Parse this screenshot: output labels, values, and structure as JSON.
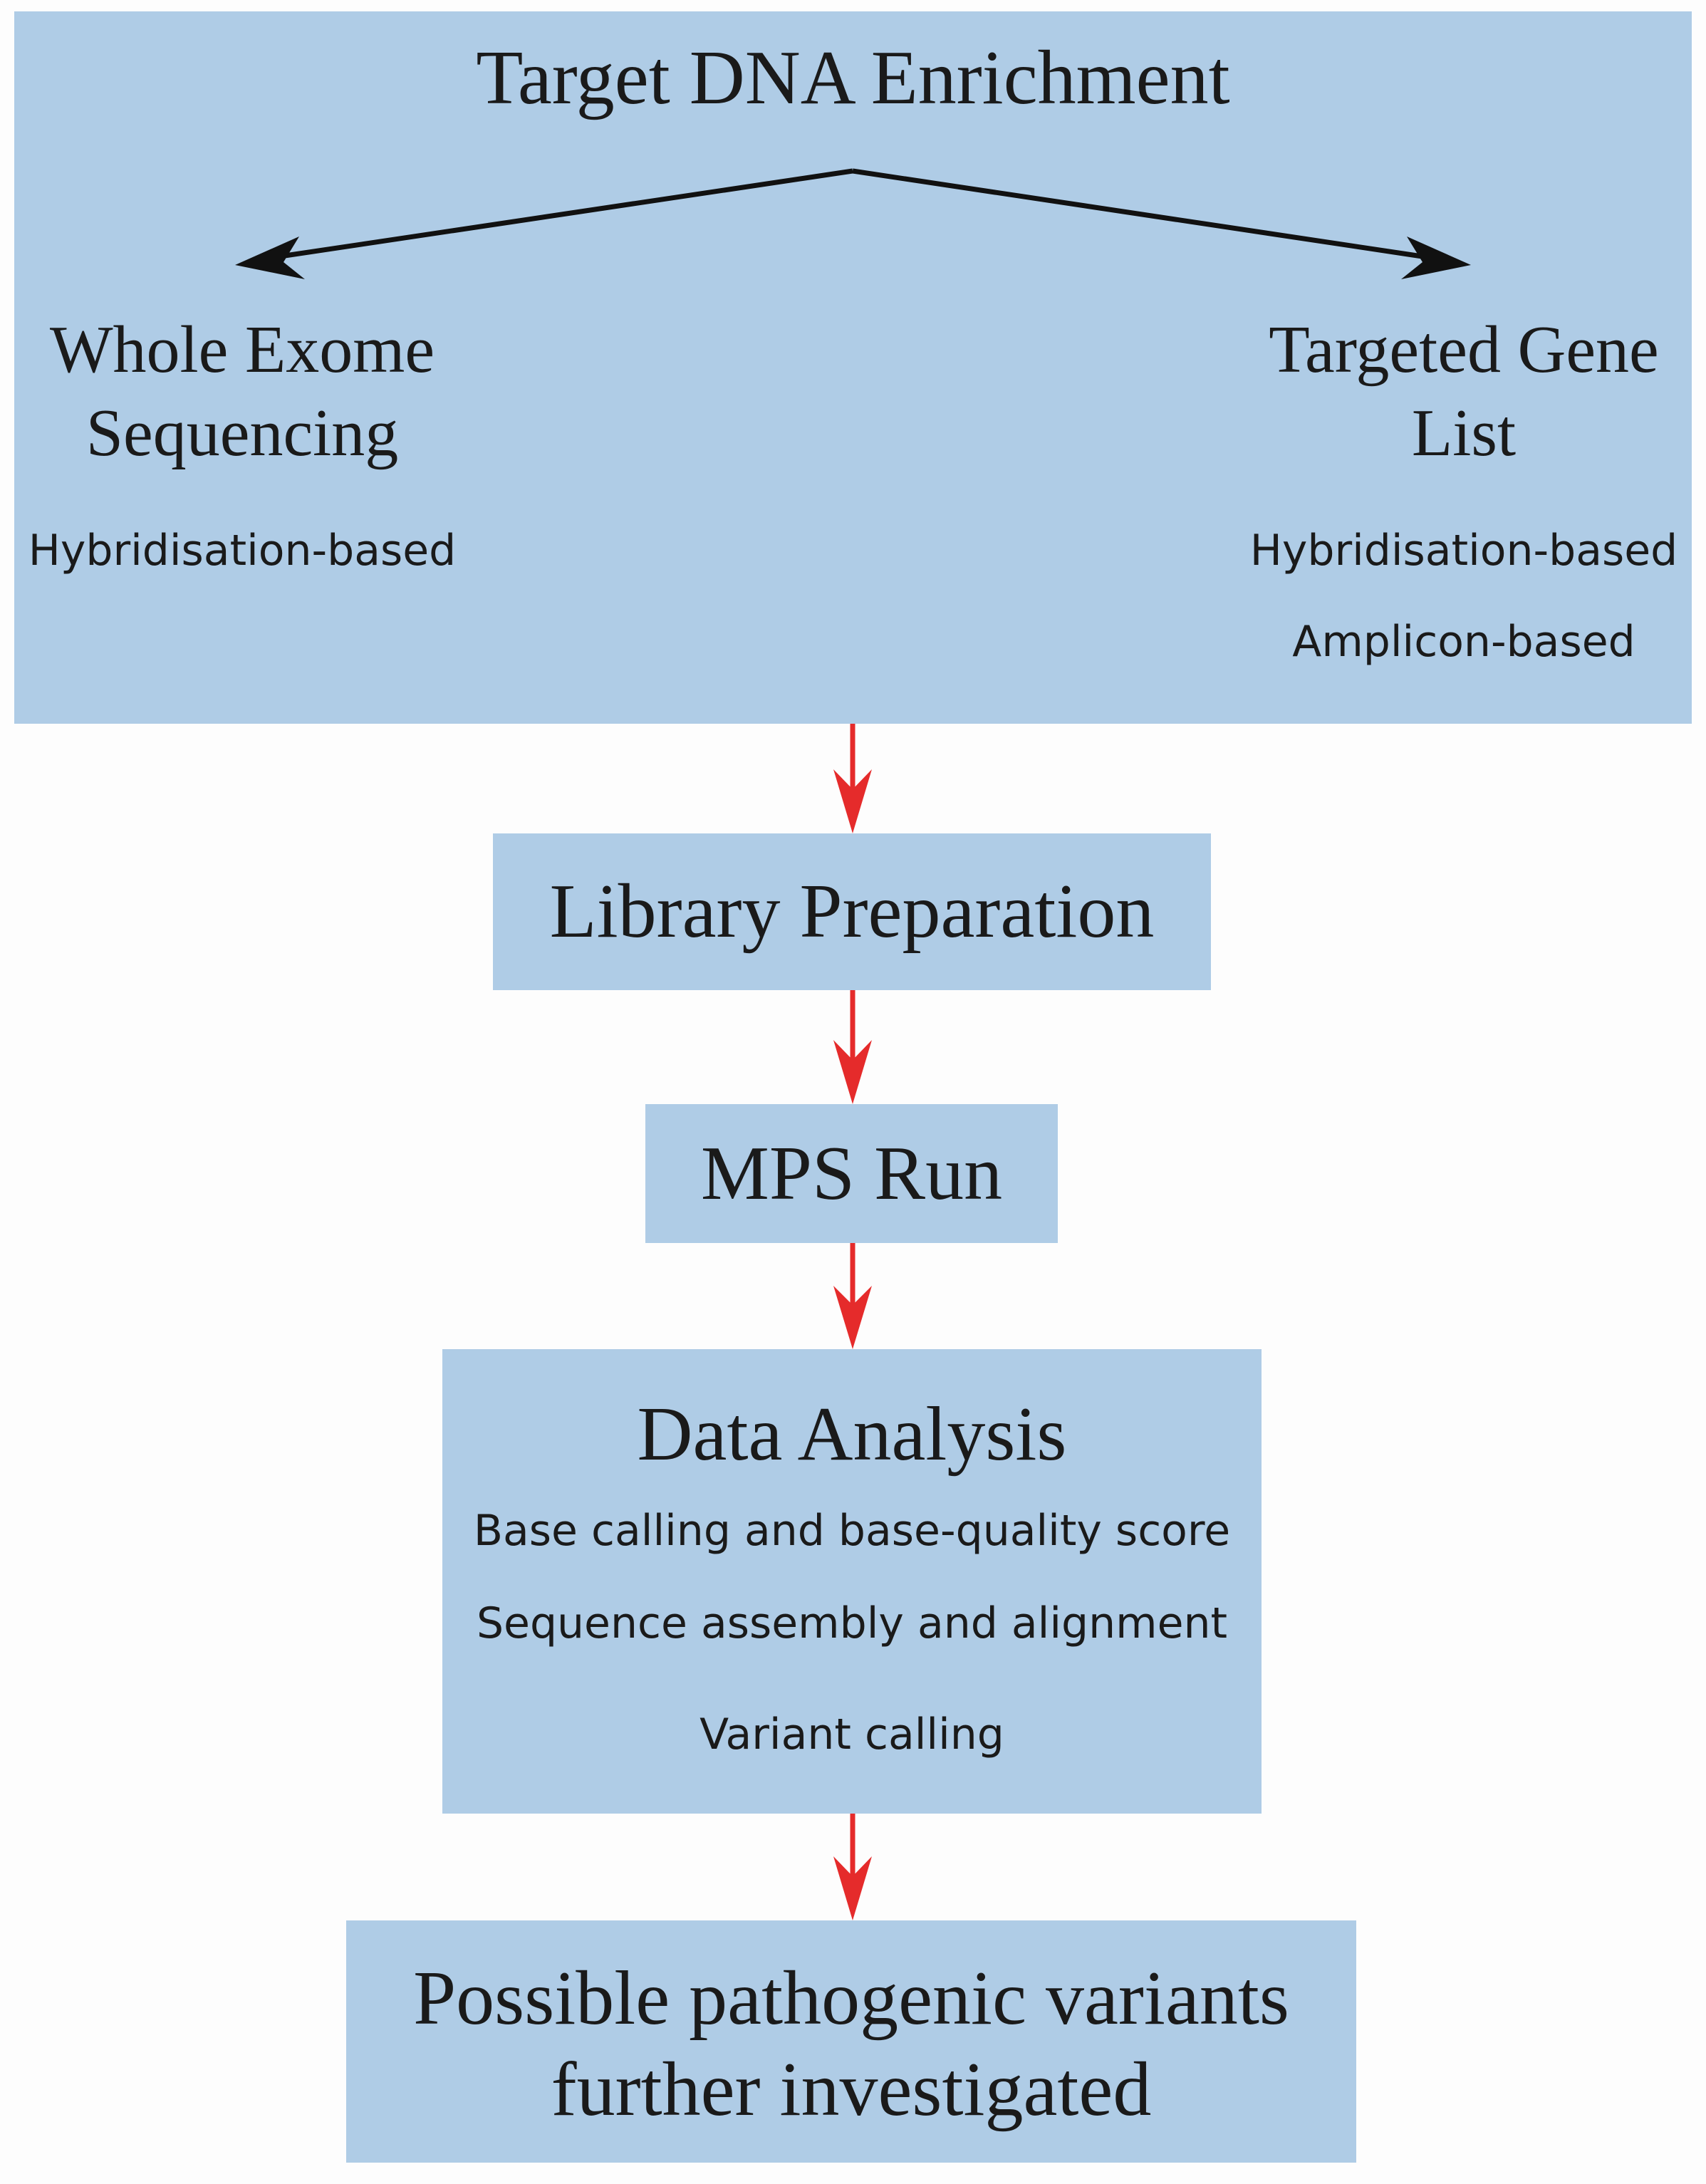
{
  "enrichment": {
    "title": "Target DNA Enrichment",
    "left_branch": {
      "title_line1": "Whole Exome",
      "title_line2": "Sequencing",
      "methods": [
        "Hybridisation-based"
      ]
    },
    "right_branch": {
      "title_line1": "Targeted Gene",
      "title_line2": "List",
      "methods": [
        "Hybridisation-based",
        "Amplicon-based"
      ]
    }
  },
  "library": {
    "title": "Library Preparation"
  },
  "mps": {
    "title": "MPS Run"
  },
  "analysis": {
    "title": "Data Analysis",
    "steps": [
      "Base calling and base-quality score",
      "Sequence assembly and alignment",
      "Variant calling"
    ]
  },
  "result": {
    "title_line1": "Possible pathogenic variants",
    "title_line2": "further investigated"
  },
  "colors": {
    "box_fill": "#afcce6",
    "flow_arrow": "#e52b2b",
    "branch_arrow": "#111111",
    "background": "#fdfdfd"
  }
}
